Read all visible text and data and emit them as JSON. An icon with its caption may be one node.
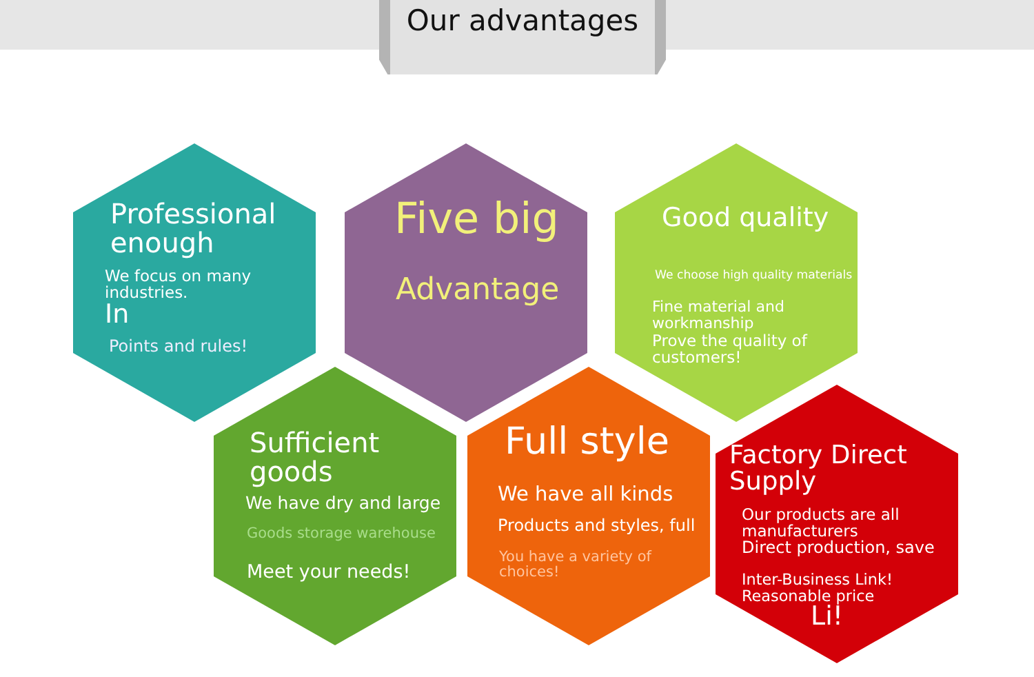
{
  "diagram": {
    "title": "Our advantages",
    "nodes": [
      {
        "text": [
          "Professional enough",
          "We focus on many industries.",
          "In",
          "Points and rules!"
        ]
      },
      {
        "text": [
          "Five big",
          "Advantage"
        ]
      },
      {
        "text": [
          "Good quality",
          "We choose high quality materials",
          "Fine material and workmanship",
          "Prove the quality of customers!"
        ]
      },
      {
        "text": [
          "Sufficient goods",
          "We have dry and large",
          "Goods storage warehouse",
          "Meet your needs!"
        ]
      },
      {
        "text": [
          "Full style",
          "We have all kinds",
          "Products and styles, full",
          "You have a variety of choices!"
        ]
      },
      {
        "text": [
          "Factory Direct Supply",
          "Our products are all manufacturers",
          "Direct production, save",
          "Inter-Business Link! Reasonable price",
          "Li!"
        ]
      }
    ]
  }
}
